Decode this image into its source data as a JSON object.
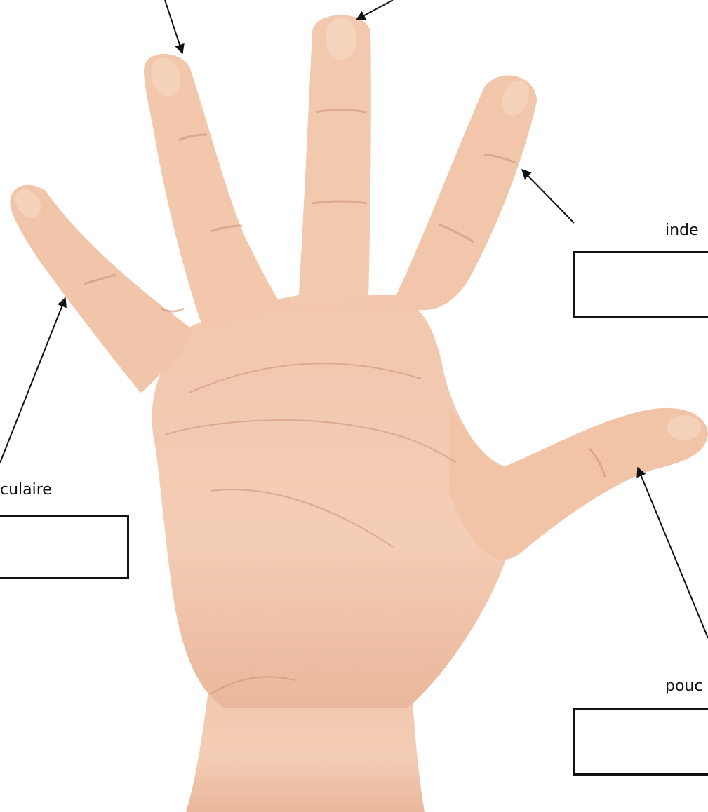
{
  "colors": {
    "skin_base": "#f0c4a8",
    "skin_light": "#f7d8c2",
    "skin_shadow": "#d9a288",
    "crease": "#c98e78",
    "line": "#111111",
    "background": "#ffffff"
  },
  "labels": {
    "little_finger": "culaire",
    "index_finger": "inde",
    "thumb": "pouc"
  }
}
